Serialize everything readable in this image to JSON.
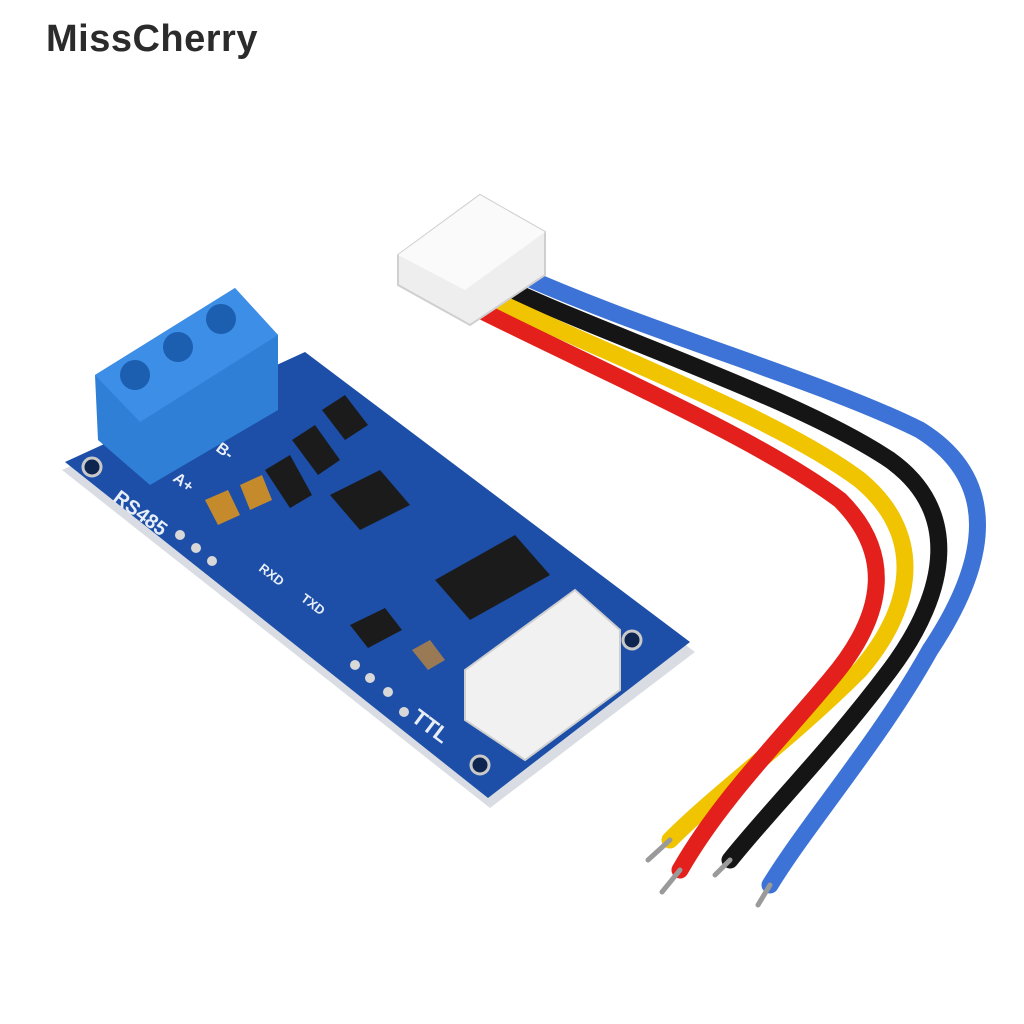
{
  "watermark": "MissCherry",
  "silkscreen": {
    "rs485": "RS485",
    "ttl": "TTL",
    "a_plus": "A+",
    "b_minus": "B-",
    "rxd": "RXD",
    "txd": "TXD"
  },
  "colors": {
    "pcb": "#1d4fa8",
    "terminal_block": "#2f7fd6",
    "connector": "#f2f2f2",
    "wire_red": "#e3201b",
    "wire_yellow": "#f0c400",
    "wire_black": "#151515",
    "wire_blue": "#3d73d6"
  }
}
